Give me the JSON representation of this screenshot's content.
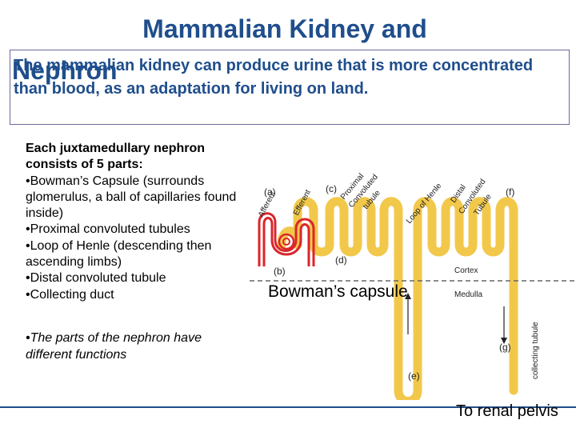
{
  "slide": {
    "title_line1": "Mammalian Kidney and",
    "title_line2": "Nephron",
    "subtitle": "The mammalian kidney can produce urine that is more concentrated than blood, as an adaptation for living on land.",
    "parts_heading": "Each juxtamedullary nephron consists of 5 parts:",
    "parts": [
      "•Bowman’s Capsule (surrounds glomerulus, a ball of capillaries found inside)",
      "•Proximal convoluted tubules",
      "•Loop of Henle (descending then ascending limbs)",
      "•Distal convoluted tubule",
      "•Collecting duct"
    ],
    "note": "•The parts of the nephron have different functions"
  },
  "diagram": {
    "letters": {
      "a": "(a)",
      "b": "(b)",
      "c": "(c)",
      "d": "(d)",
      "e": "(e)",
      "f": "(f)",
      "g": "(g)"
    },
    "labels": {
      "afferent": "Afferent",
      "efferent": "Efferent",
      "proximal": "Proximal",
      "convoluted1": "Convoluted",
      "tubule1": "tubule",
      "loop": "Loop of Henle",
      "distal": "Distal",
      "convoluted2": "Convoluted",
      "tubule2": "Tubule",
      "cortex": "Cortex",
      "medulla": "Medulla",
      "collecting": "collecting tubule"
    },
    "bowman_label": "Bowman’s capsule",
    "renal_pelvis": "To renal pelvis",
    "colors": {
      "tubule": "#f2c84b",
      "vessel": "#d9262b",
      "title": "#1f4e8c"
    }
  }
}
